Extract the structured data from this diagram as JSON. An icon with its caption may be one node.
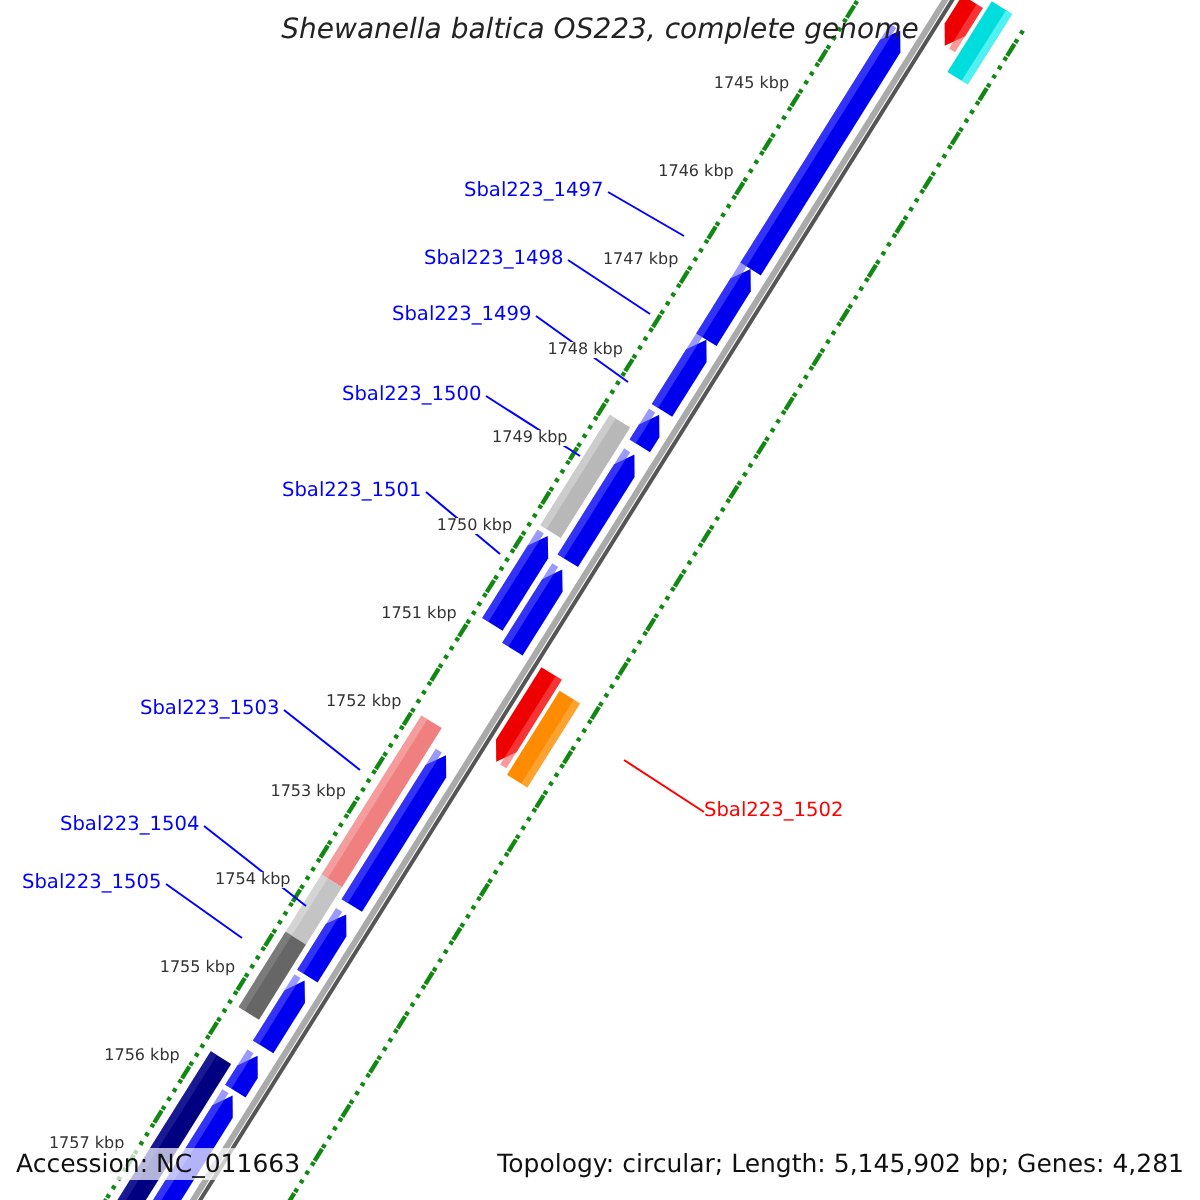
{
  "diagram": {
    "title": "Shewanella baltica OS223, complete genome",
    "nodes": [
      {
        "text": [
          "Sbal223_1497"
        ]
      },
      {
        "text": [
          "Sbal223_1498"
        ]
      },
      {
        "text": [
          "Sbal223_1499"
        ]
      },
      {
        "text": [
          "Sbal223_1500"
        ]
      },
      {
        "text": [
          "Sbal223_1501"
        ]
      },
      {
        "text": [
          "Sbal223_1503"
        ]
      },
      {
        "text": [
          "Sbal223_1502"
        ]
      },
      {
        "text": [
          "Sbal223_1504"
        ]
      },
      {
        "text": [
          "Sbal223_1505"
        ]
      }
    ],
    "edges": [
      {
        "from": 0,
        "to": null,
        "arrow": "none"
      },
      {
        "from": 1,
        "to": null,
        "arrow": "none"
      },
      {
        "from": 2,
        "to": null,
        "arrow": "none"
      },
      {
        "from": 3,
        "to": null,
        "arrow": "none"
      },
      {
        "from": 4,
        "to": null,
        "arrow": "none"
      },
      {
        "from": 5,
        "to": null,
        "arrow": "none"
      },
      {
        "from": 6,
        "to": null,
        "arrow": "none",
        "color": "#ff0000"
      },
      {
        "from": 7,
        "to": null,
        "arrow": "none"
      },
      {
        "from": 8,
        "to": null,
        "arrow": "none"
      }
    ],
    "labels": [
      "1745 kbp",
      "1746 kbp",
      "1747 kbp",
      "1748 kbp",
      "1749 kbp",
      "1750 kbp",
      "1751 kbp",
      "1752 kbp",
      "1753 kbp",
      "1754 kbp",
      "1755 kbp",
      "1756 kbp",
      "1757 kbp",
      "Accession: NC_011663",
      "Topology: circular; Length: 5,145,902 bp; Genes: 4,281"
    ]
  }
}
